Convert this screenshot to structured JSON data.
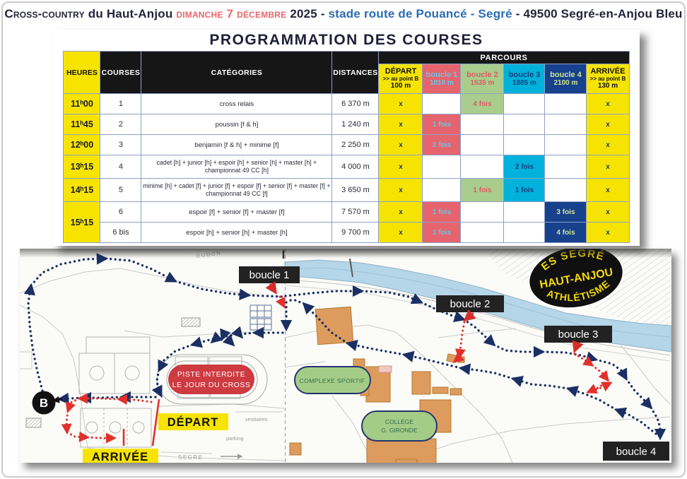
{
  "page": {
    "title_parts": [
      {
        "text": "Cross-country",
        "cls": "c-dark sc"
      },
      {
        "text": " du Haut-Anjou ",
        "cls": "c-dark"
      },
      {
        "text": "dimanche 7 décembre",
        "cls": "c-red sc"
      },
      {
        "text": " 2025 - ",
        "cls": "c-dark"
      },
      {
        "text": "stade route de Pouancé - Segré",
        "cls": "c-blue"
      },
      {
        "text": " - 49500 Segré-en-Anjou Bleu",
        "cls": "c-dark"
      }
    ]
  },
  "table": {
    "title": "PROGRAMMATION DES COURSES",
    "headers": {
      "heures": "HEURES",
      "courses": "COURSES",
      "categories": "CATÉGORIES",
      "distances": "DISTANCES",
      "parcours": "PARCOURS"
    },
    "parcours_cols": [
      {
        "label": "DÉPART",
        "sub": ">> au point B",
        "dist": "100 m",
        "bg": "#f6e400",
        "fg": "#111111",
        "cell_fg": "#233a6d"
      },
      {
        "label": "boucle 1",
        "sub": "",
        "dist": "1010 m",
        "bg": "#e5646e",
        "fg": "#63c8e8",
        "cell_fg": "#63c8e8"
      },
      {
        "label": "boucle 2",
        "sub": "",
        "dist": "1535 m",
        "bg": "#a8cd8c",
        "fg": "#e05a64",
        "cell_fg": "#e05a64"
      },
      {
        "label": "boucle 3",
        "sub": "",
        "dist": "1885 m",
        "bg": "#00b1dc",
        "fg": "#1b3e7c",
        "cell_fg": "#1b3e7c"
      },
      {
        "label": "boucle 4",
        "sub": "",
        "dist": "2100 m",
        "bg": "#17418d",
        "fg": "#cfe491",
        "cell_fg": "#cfe491"
      },
      {
        "label": "ARRIVÉE",
        "sub": ">> au point B",
        "dist": "130 m",
        "bg": "#f6e400",
        "fg": "#111111",
        "cell_fg": "#233a6d"
      }
    ],
    "rows": [
      {
        "heure": "11ʰ00",
        "course": "1",
        "categorie": "cross relais",
        "distance": "6 370 m",
        "parcours": [
          "x",
          "",
          "4 fois",
          "",
          "",
          "x"
        ]
      },
      {
        "heure": "11ʰ45",
        "course": "2",
        "categorie": "poussin [f & h]",
        "distance": "1 240 m",
        "parcours": [
          "x",
          "1 fois",
          "",
          "",
          "",
          "x"
        ]
      },
      {
        "heure": "12ʰ00",
        "course": "3",
        "categorie": "benjamin [f & h] + minime [f]",
        "distance": "2 250 m",
        "parcours": [
          "x",
          "2 fois",
          "",
          "",
          "",
          "x"
        ]
      },
      {
        "heure": "13ʰ15",
        "course": "4",
        "categorie": "cadet [h] + junior [h] + espoir [h] + senior [h] + master [h] + championnat 49 CC [h]",
        "distance": "4 000 m",
        "parcours": [
          "x",
          "",
          "",
          "2 fois",
          "",
          "x"
        ]
      },
      {
        "heure": "14ʰ15",
        "course": "5",
        "categorie": "minime [h] + cadet [f] + junior [f] + espoir [f] + senior [f] + master [f] + championnat 49 CC [f]",
        "distance": "3 650 m",
        "parcours": [
          "x",
          "",
          "1 fois",
          "1 fois",
          "",
          "x"
        ]
      },
      {
        "heure": "15ʰ15",
        "heure_rowspan": 2,
        "course": "6",
        "categorie": "espoir [f] + senior [f] + master [f]",
        "distance": "7 570 m",
        "parcours": [
          "x",
          "1 fois",
          "",
          "",
          "3 fois",
          "x"
        ]
      },
      {
        "heure": "",
        "merge_heure": true,
        "course": "6 bis",
        "categorie": "espoir [h] + senior [h] + master [h]",
        "distance": "9 700 m",
        "parcours": [
          "x",
          "1 fois",
          "",
          "",
          "4 fois",
          "x"
        ]
      }
    ]
  },
  "map": {
    "boucle1": "boucle 1",
    "boucle2": "boucle 2",
    "boucle3": "boucle 3",
    "boucle4": "boucle 4",
    "depart": "DÉPART",
    "arrivee": "ARRIVÉE",
    "point_b": "B",
    "piste_line1": "PISTE INTERDITE",
    "piste_line2": "LE JOUR DU CROSS",
    "complexe": "COMPLEXE SPORTIF",
    "college1": "COLLÈGE",
    "college2": "G. GIRONDE",
    "logo1": "ES SEGRÉ",
    "logo2": "HAUT-ANJOU",
    "logo3": "ATHLÉTISME",
    "river_name": "OUDON",
    "vestiaires": "vestiaires",
    "parking": "parking",
    "segre": "SEGRE"
  }
}
